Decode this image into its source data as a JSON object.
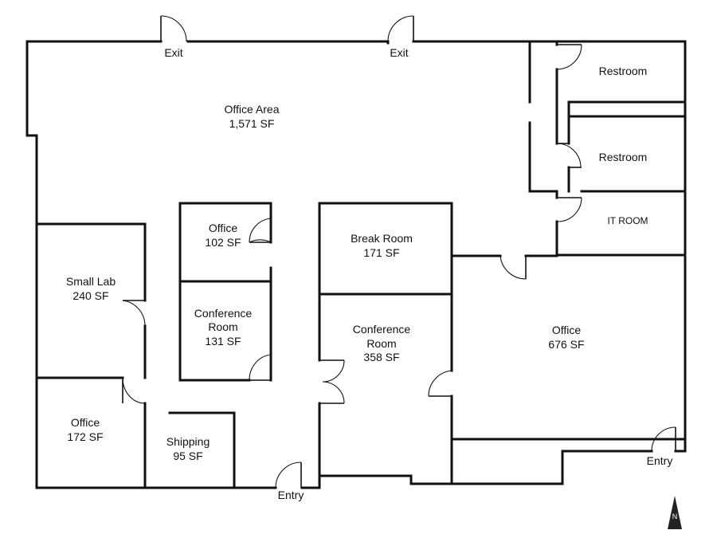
{
  "rooms": {
    "office_area": {
      "name": "Office Area",
      "area": "1,571 SF"
    },
    "restroom_1": {
      "name": "Restroom"
    },
    "restroom_2": {
      "name": "Restroom"
    },
    "it_room": {
      "name": "IT ROOM"
    },
    "small_lab": {
      "name": "Small Lab",
      "area": "240 SF"
    },
    "office_102": {
      "name": "Office",
      "area": "102 SF"
    },
    "conference_131": {
      "name_line1": "Conference",
      "name_line2": "Room",
      "area": "131 SF"
    },
    "break_room": {
      "name": "Break Room",
      "area": "171 SF"
    },
    "conference_358": {
      "name_line1": "Conference",
      "name_line2": "Room",
      "area": "358 SF"
    },
    "office_676": {
      "name": "Office",
      "area": "676 SF"
    },
    "office_172": {
      "name": "Office",
      "area": "172 SF"
    },
    "shipping": {
      "name": "Shipping",
      "area": "95 SF"
    }
  },
  "doors": {
    "exit_left": "Exit",
    "exit_right": "Exit",
    "entry_bottom": "Entry",
    "entry_right": "Entry"
  },
  "compass": {
    "label": "N"
  }
}
